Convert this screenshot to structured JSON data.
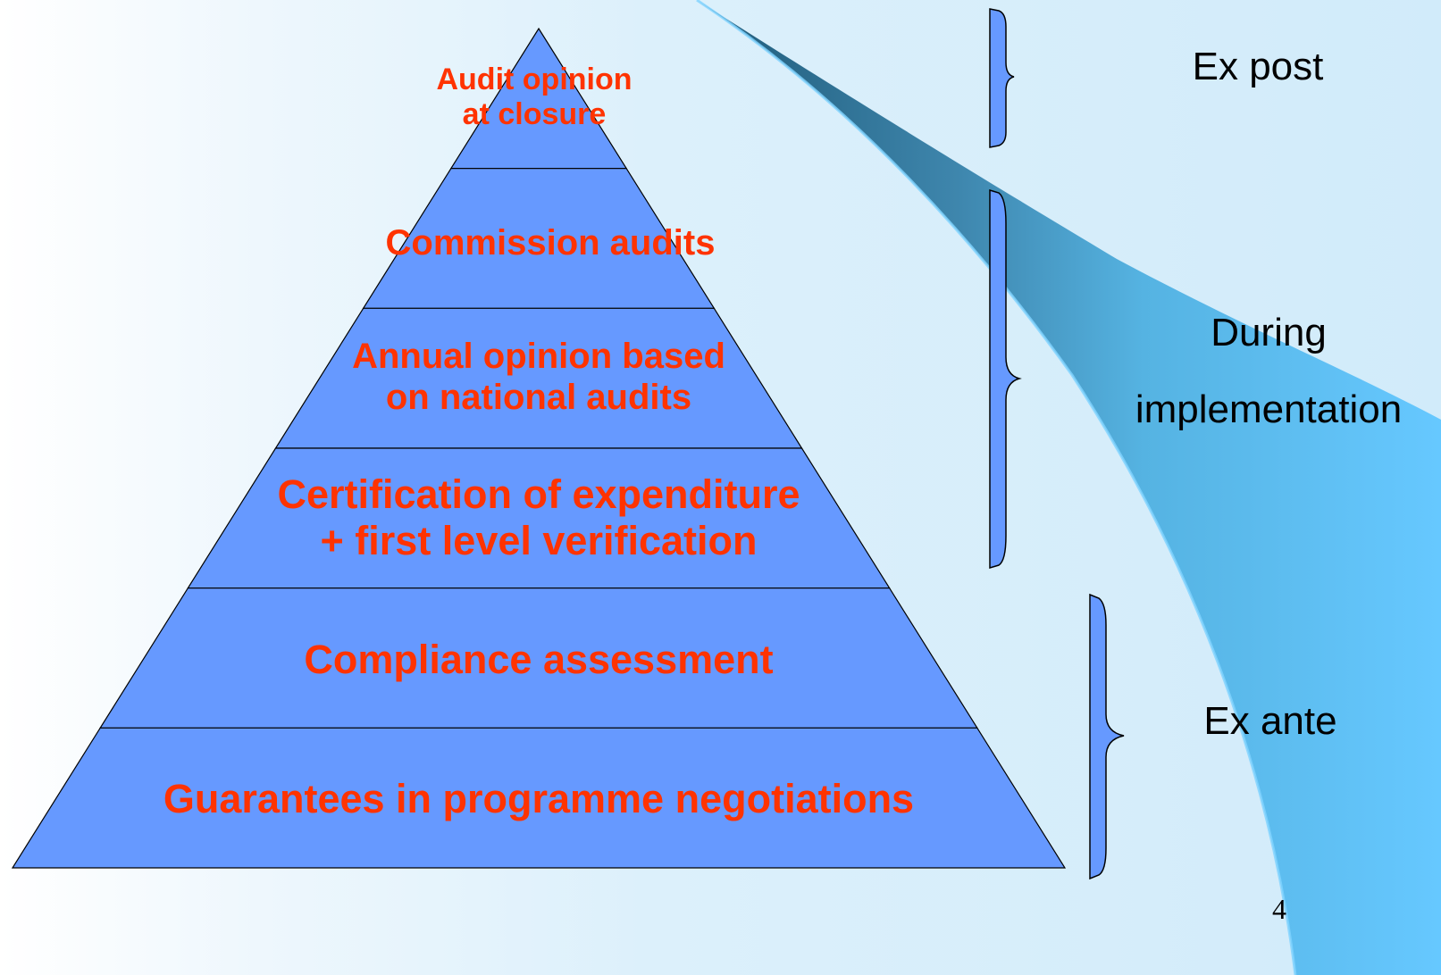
{
  "colors": {
    "background": "#dcf0fb",
    "swoosh_dark": "#1f5a78",
    "swoosh_light": "#66c8ff",
    "pyramid_fill": "#6699ff",
    "pyramid_text": "#ff3300",
    "bracket_fill": "#6699ff",
    "phase_text": "#000000"
  },
  "pyramid": {
    "levels": [
      {
        "label": "Audit opinion\nat closure"
      },
      {
        "label": "Commission audits"
      },
      {
        "label": "Annual opinion based\non national audits"
      },
      {
        "label": "Certification of expenditure\n+ first level verification"
      },
      {
        "label": "Compliance assessment"
      },
      {
        "label": "Guarantees in programme negotiations"
      }
    ]
  },
  "phases": {
    "ex_post": "Ex post",
    "during": "During\nimplementation",
    "ex_ante": "Ex ante"
  },
  "slide_number": "4"
}
